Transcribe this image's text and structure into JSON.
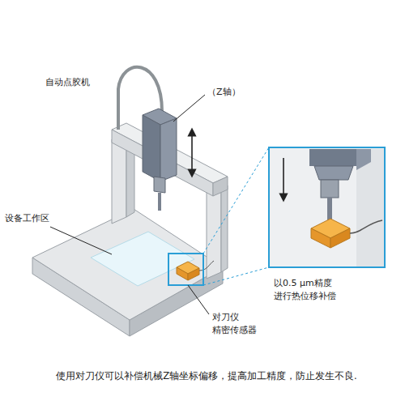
{
  "diagram": {
    "caption": "使用对刀仪可以补偿机械Z轴坐标偏移，提高加工精度，防止发生不良.",
    "labels": [
      "自动点胶机",
      "（Z轴）",
      "设备工作区",
      "以0.5 µm精度 进行热位移补偿",
      "对刀仪 精密传感器"
    ]
  }
}
